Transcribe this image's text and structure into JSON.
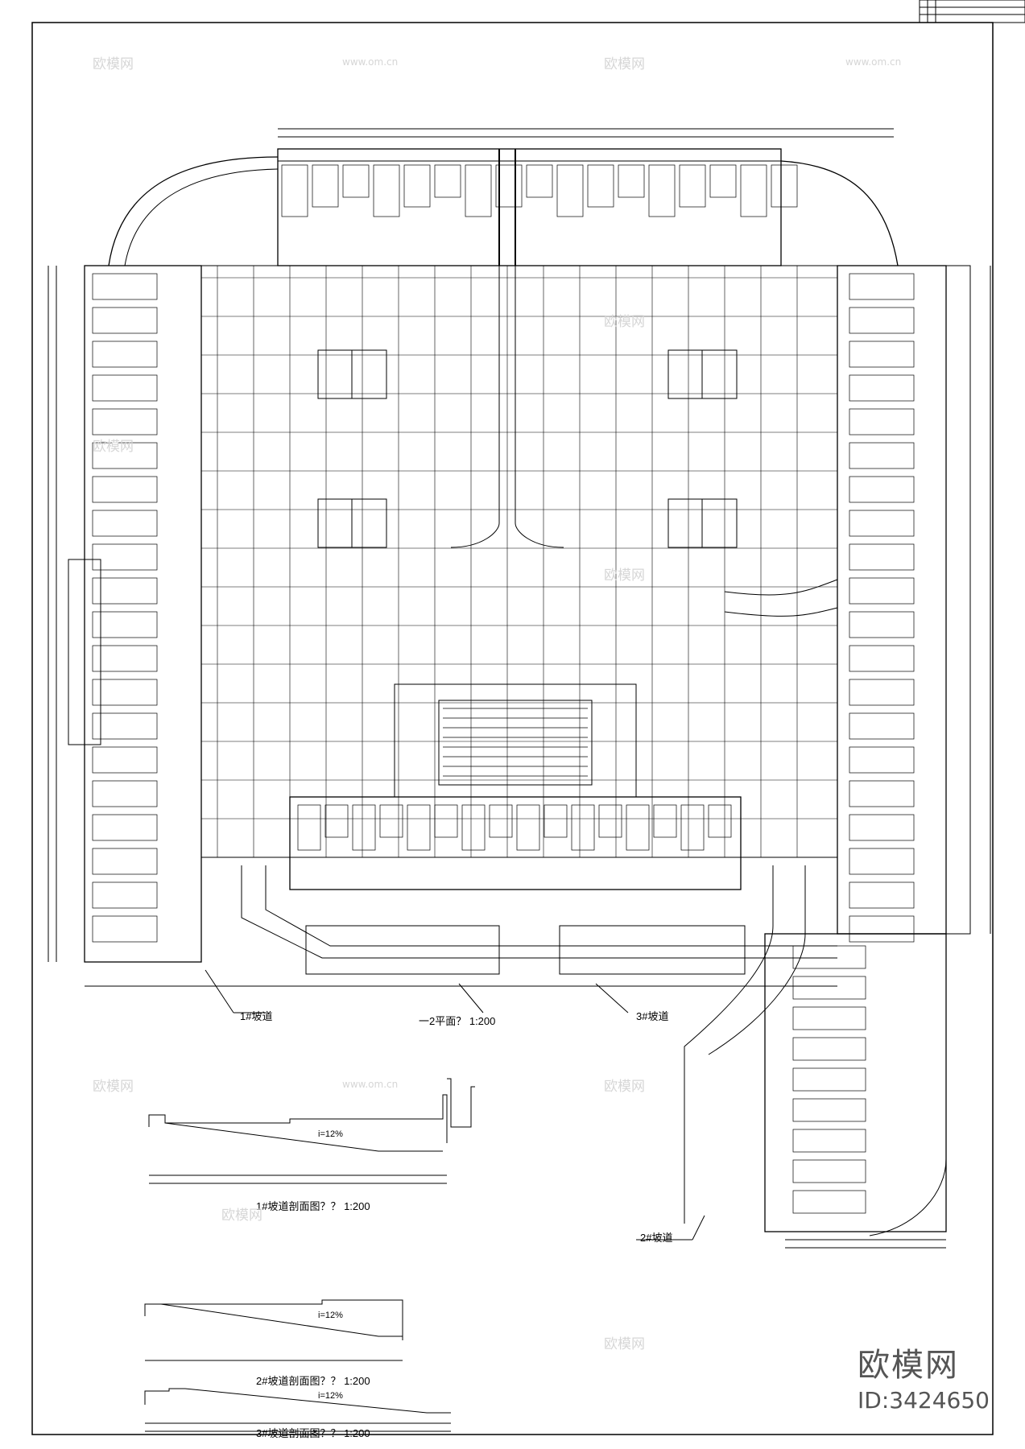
{
  "drawing": {
    "plan_title": "一2平面？ 1:200",
    "ramp_labels": {
      "ramp1": "1#坡道",
      "ramp2": "2#坡道",
      "ramp3": "3#坡道"
    },
    "sections": [
      {
        "title": "1#坡道剖面图？？  1:200"
      },
      {
        "title": "2#坡道剖面图？？  1:200"
      },
      {
        "title": "3#坡道剖面图？？  1:200"
      }
    ],
    "slope_labels": [
      "i=12%",
      "i=12%",
      "i=12%"
    ]
  },
  "watermark": {
    "logo_text": "欧模网",
    "url_text": "www.om.cn",
    "brand_name": "欧模网",
    "brand_id": "ID:3424650"
  },
  "colors": {
    "line": "#000000",
    "watermark": "#d6d6d6",
    "brand": "#555555"
  }
}
